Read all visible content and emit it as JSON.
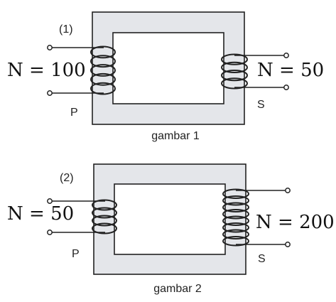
{
  "diagrams": [
    {
      "number": "(1)",
      "caption": "gambar 1",
      "primary": {
        "side_label": "P",
        "turns_label": "N = 100",
        "coil_turns": 5
      },
      "secondary": {
        "side_label": "S",
        "turns_label": "N = 50",
        "coil_turns": 4
      }
    },
    {
      "number": "(2)",
      "caption": "gambar 2",
      "primary": {
        "side_label": "P",
        "turns_label": "N = 50",
        "coil_turns": 4
      },
      "secondary": {
        "side_label": "S",
        "turns_label": "N = 200",
        "coil_turns": 8
      }
    }
  ],
  "colors": {
    "core_fill": "#e4e6ea",
    "stroke": "#222222",
    "background": "#ffffff"
  }
}
